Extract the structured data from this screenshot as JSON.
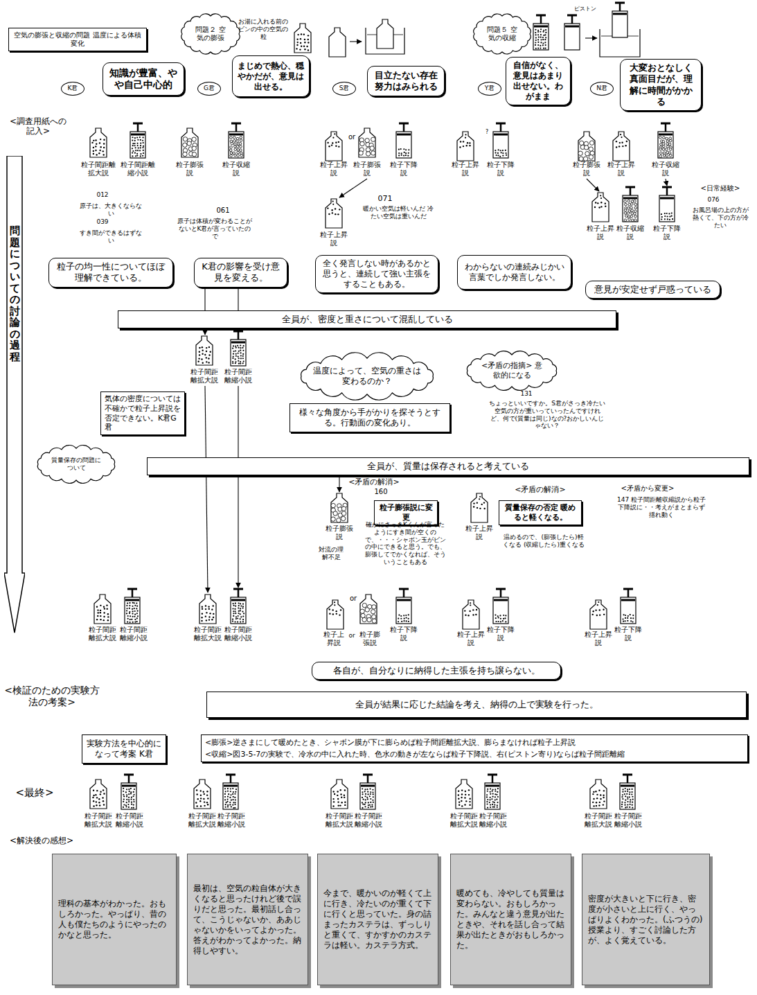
{
  "diagram": {
    "nodes": [
      {
        "text": [
          "空気の膨張と収縮の問題 温度による体積変化"
        ]
      },
      {
        "text": [
          "問題２ 空気の膨張"
        ]
      },
      {
        "text": [
          "問題５ 空気の収縮"
        ]
      },
      {
        "text": [
          "K君"
        ]
      },
      {
        "text": [
          "知識が豊富、やや自己中心的"
        ]
      },
      {
        "text": [
          "G君"
        ]
      },
      {
        "text": [
          "まじめで熱心、穏やかだが、意見は出せる。"
        ]
      },
      {
        "text": [
          "S君"
        ]
      },
      {
        "text": [
          "目立たない存在 努力はみられる"
        ]
      },
      {
        "text": [
          "Y君"
        ]
      },
      {
        "text": [
          "自信がなく、意見はあまり出せない。わがまま"
        ]
      },
      {
        "text": [
          "N君"
        ]
      },
      {
        "text": [
          "大変おとなしく真面目だが、理解に時間がかかる"
        ]
      },
      {
        "text": [
          "問題についての討論の過程"
        ]
      },
      {
        "text": [
          "粒子の均一性についてほぼ理解できている。"
        ]
      },
      {
        "text": [
          "K君の影響を受け意見を変える。"
        ]
      },
      {
        "text": [
          "全く発言しない時があるかと思うと、連続して強い主張をすることもある。"
        ]
      },
      {
        "text": [
          "わからないの連続みじかい言葉でしか発言しない。"
        ]
      },
      {
        "text": [
          "意見が安定せず戸惑っている"
        ]
      },
      {
        "text": [
          "全員が、密度と重さについて混乱している"
        ]
      },
      {
        "text": [
          "気体の密度については不確かで粒子上昇説を否定できない。K君G君"
        ]
      },
      {
        "text": [
          "温度によって、空気の重さは変わるのか？"
        ]
      },
      {
        "text": [
          "様々な角度から手がかりを探そうとする。行動面の変化あり。"
        ]
      },
      {
        "text": [
          "<矛盾の指摘> 意欲的になる"
        ]
      },
      {
        "text": [
          "質量保存の問題について"
        ]
      },
      {
        "text": [
          "全員が、質量は保存されると考えている"
        ]
      },
      {
        "text": [
          "粒子膨張説に変更"
        ]
      },
      {
        "text": [
          "質量保存の否定 暖めると軽くなる。"
        ]
      },
      {
        "text": [
          "各自が、自分なりに納得した主張を持ち譲らない。"
        ]
      },
      {
        "text": [
          "全員が結果に応じた結論を考え、納得の上で実験を行った。"
        ]
      },
      {
        "text": [
          "実験方法を中心的になって考案 K君"
        ]
      },
      {
        "text": [
          "<膨張>逆さまにして暖めたとき、シャボン膜が下に膨らめば粒子間距離拡大説、膨らまなければ粒子上昇説",
          "<収縮>図3-5-7の実験で、冷水の中に入れた時、色水の動きが左ならば粒子下降説、右(ピストン寄り)ならば粒子間距離縮"
        ]
      },
      {
        "text": [
          "理科の基本がわかった。おもしろかった。やっぱり、昔の人も僕たちのようにやったのかなと思った。"
        ]
      },
      {
        "text": [
          "最初は、空気の粒自体が大きくなると思ったけれど後で誤りだと思った。最初話し合って、こうじゃないか、ああじゃないかをいってよかった。答えがわかってよかった。納得しやすい。"
        ]
      },
      {
        "text": [
          "今まで、暖かいのが軽くて上に行き、冷たいのが重くて下に行くと思っていた。身の詰まったカステラは、ずっしりと重くて、すかすかのカステラは軽い。カステラ方式。"
        ]
      },
      {
        "text": [
          "暖めても、冷やしても質量は変わらない。おもしろかった。みんなと違う意見が出たときや、それを話し合って結果が出たときがおもしろかった。"
        ]
      },
      {
        "text": [
          "密度が大きいと下に行き、密度が小さいと上に行く、やっぱりよくわかった。(ふつうの)授業より、すごく討論した方が、よく覚えている。"
        ]
      }
    ],
    "labels": [
      "お湯に入れる前のビンの中の空気の粒",
      "ピストン",
      "<調査用紙への記入>",
      "粒子間距離拡大説",
      "粒子間距離縮小説",
      "012",
      "原子は、大きくならない",
      "039",
      "すき間ができるはずない",
      "粒子膨張説",
      "粒子収縮説",
      "061",
      "原子は体積が変わることがないとK君が言っていたので",
      "粒子上昇説",
      "or",
      "粒子膨張説",
      "粒子下降説",
      "071",
      "暖かい空気は軽いんだ 冷たい空気は重いんだ",
      "粒子上昇説",
      "粒子上昇説",
      "?",
      "粒子下降説",
      "粒子膨張説",
      "粒子上昇説",
      "粒子収縮説",
      "<日常経験>",
      "076",
      "お風呂場の上の方が熱くて、下の方が冷たい",
      "粒子上昇説",
      "粒子収縮説",
      "粒子下降説",
      "粒子間距離拡大説",
      "粒子間距離縮小説",
      "131",
      "ちょっといいですか。S君がさっき冷たい空気の方が重いっていったんですけれど、何で(質量は同じ)なの?おかしいんじゃない？",
      "<矛盾の解消>",
      "160",
      "粒子膨張説",
      "確かにさっきKくんが言ったようにすき間が空くので、・・・シャボン玉がビンの中にできると思う。でも、膨張してでかくなれば、そういうこともある",
      "対流の理解不足",
      "<矛盾の解消>",
      "粒子上昇説",
      "温めるので、(膨張したら)軽くなる (収縮したら)重くなる",
      "<矛盾から変更>",
      "147 粒子間距離収縮説から粒子下降説に・・考えがまとまらず揺れ動く",
      "or",
      "粒子間距離拡大説",
      "粒子間距離縮小説",
      "粒子間距離拡大説",
      "粒子間距離縮小説",
      "粒子上昇説",
      "or",
      "粒子膨張説",
      "粒子下降説",
      "粒子上昇説",
      "粒子下降説",
      "粒子上昇説",
      "粒子下降説",
      "<検証のための実験方法の考案>",
      "<最終>",
      "粒子間距離拡大説",
      "粒子間距離縮小説",
      "粒子間距離拡大説",
      "粒子間距離縮小説",
      "粒子間距離拡大説",
      "粒子間距離縮小説",
      "粒子間距離拡大説",
      "粒子間距離縮小説",
      "粒子間距離拡大説",
      "粒子間距離縮小説",
      "<解決後の感想>"
    ]
  }
}
